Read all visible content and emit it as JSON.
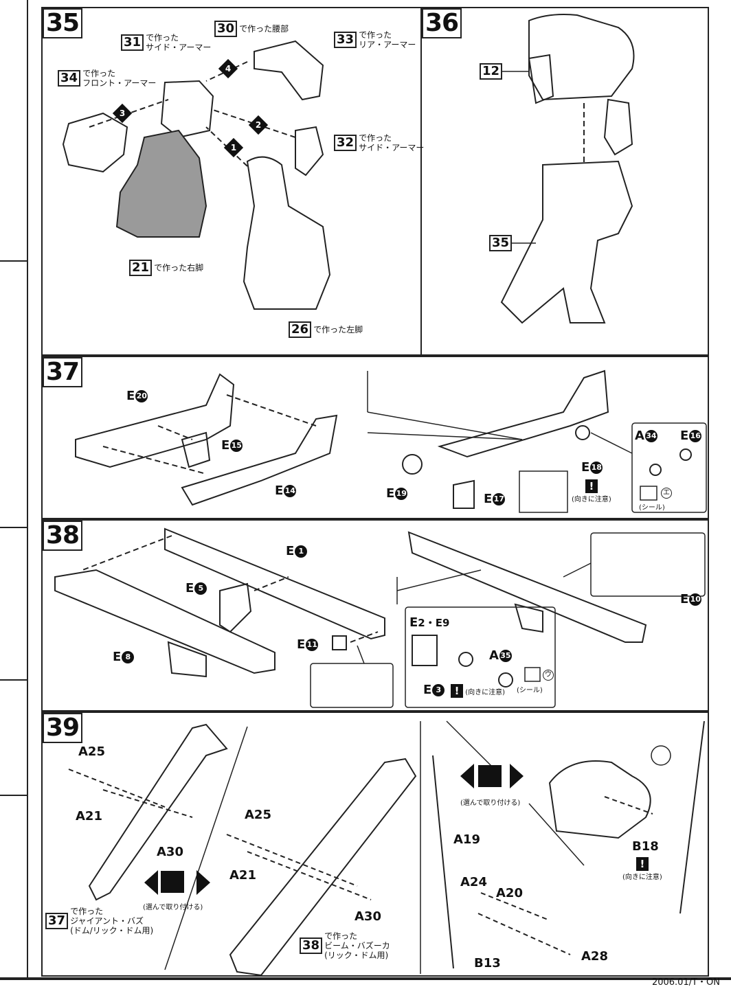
{
  "steps": {
    "s35": {
      "number": "35",
      "refs": {
        "r31": {
          "num": "31",
          "text": "で作った\nサイド・アーマー"
        },
        "r30": {
          "num": "30",
          "text": "で作った腰部"
        },
        "r33": {
          "num": "33",
          "text": "で作った\nリア・アーマー"
        },
        "r34": {
          "num": "34",
          "text": "で作った\nフロント・アーマー"
        },
        "r32": {
          "num": "32",
          "text": "で作った\nサイド・アーマー"
        },
        "r21": {
          "num": "21",
          "text": "で作った右脚"
        },
        "r26": {
          "num": "26",
          "text": "で作った左脚"
        }
      },
      "order": [
        "1",
        "2",
        "3",
        "4"
      ]
    },
    "s36": {
      "number": "36",
      "refs": {
        "r12": {
          "num": "12"
        },
        "r35": {
          "num": "35"
        }
      }
    },
    "s37": {
      "number": "37",
      "parts": {
        "e20": {
          "letter": "E",
          "n": "20"
        },
        "e15": {
          "letter": "E",
          "n": "15"
        },
        "e14": {
          "letter": "E",
          "n": "14"
        },
        "e19": {
          "letter": "E",
          "n": "19"
        },
        "e17": {
          "letter": "E",
          "n": "17"
        },
        "e18": {
          "letter": "E",
          "n": "18"
        },
        "a34": {
          "letter": "A",
          "n": "34"
        },
        "e16": {
          "letter": "E",
          "n": "16"
        }
      },
      "caution": "(向きに注意)",
      "seal": "(シール)",
      "seal_mark": "エ"
    },
    "s38": {
      "number": "38",
      "parts": {
        "e1": {
          "letter": "E",
          "n": "1"
        },
        "e5": {
          "letter": "E",
          "n": "5"
        },
        "e8": {
          "letter": "E",
          "n": "8"
        },
        "e11": {
          "letter": "E",
          "n": "11"
        },
        "e10": {
          "letter": "E",
          "n": "10"
        },
        "e2e9": {
          "letter": "E",
          "n": "2・E9"
        },
        "a35": {
          "letter": "A",
          "n": "35"
        },
        "e3": {
          "letter": "E",
          "n": "3"
        }
      },
      "caution": "(向きに注意)",
      "seal": "(シール)",
      "seal_mark": "ウ"
    },
    "s39": {
      "number": "39",
      "parts": {
        "a25a": "A25",
        "a21a": "A21",
        "a30a": "A30",
        "a25b": "A25",
        "a21b": "A21",
        "a30b": "A30",
        "a19": "A19",
        "a24": "A24",
        "a20": "A20",
        "a28": "A28",
        "b13": "B13",
        "b18": "B18"
      },
      "choose": "(選んで取り付ける)",
      "caution": "(向きに注意)",
      "ref37": {
        "num": "37",
        "text": "で作った\nジャイアント・バズ\n(ドム/リック・ドム用)"
      },
      "ref38": {
        "num": "38",
        "text": "で作った\nビーム・バズーカ\n(リック・ドム用)"
      }
    }
  },
  "footer": "2006.01/T・ON"
}
